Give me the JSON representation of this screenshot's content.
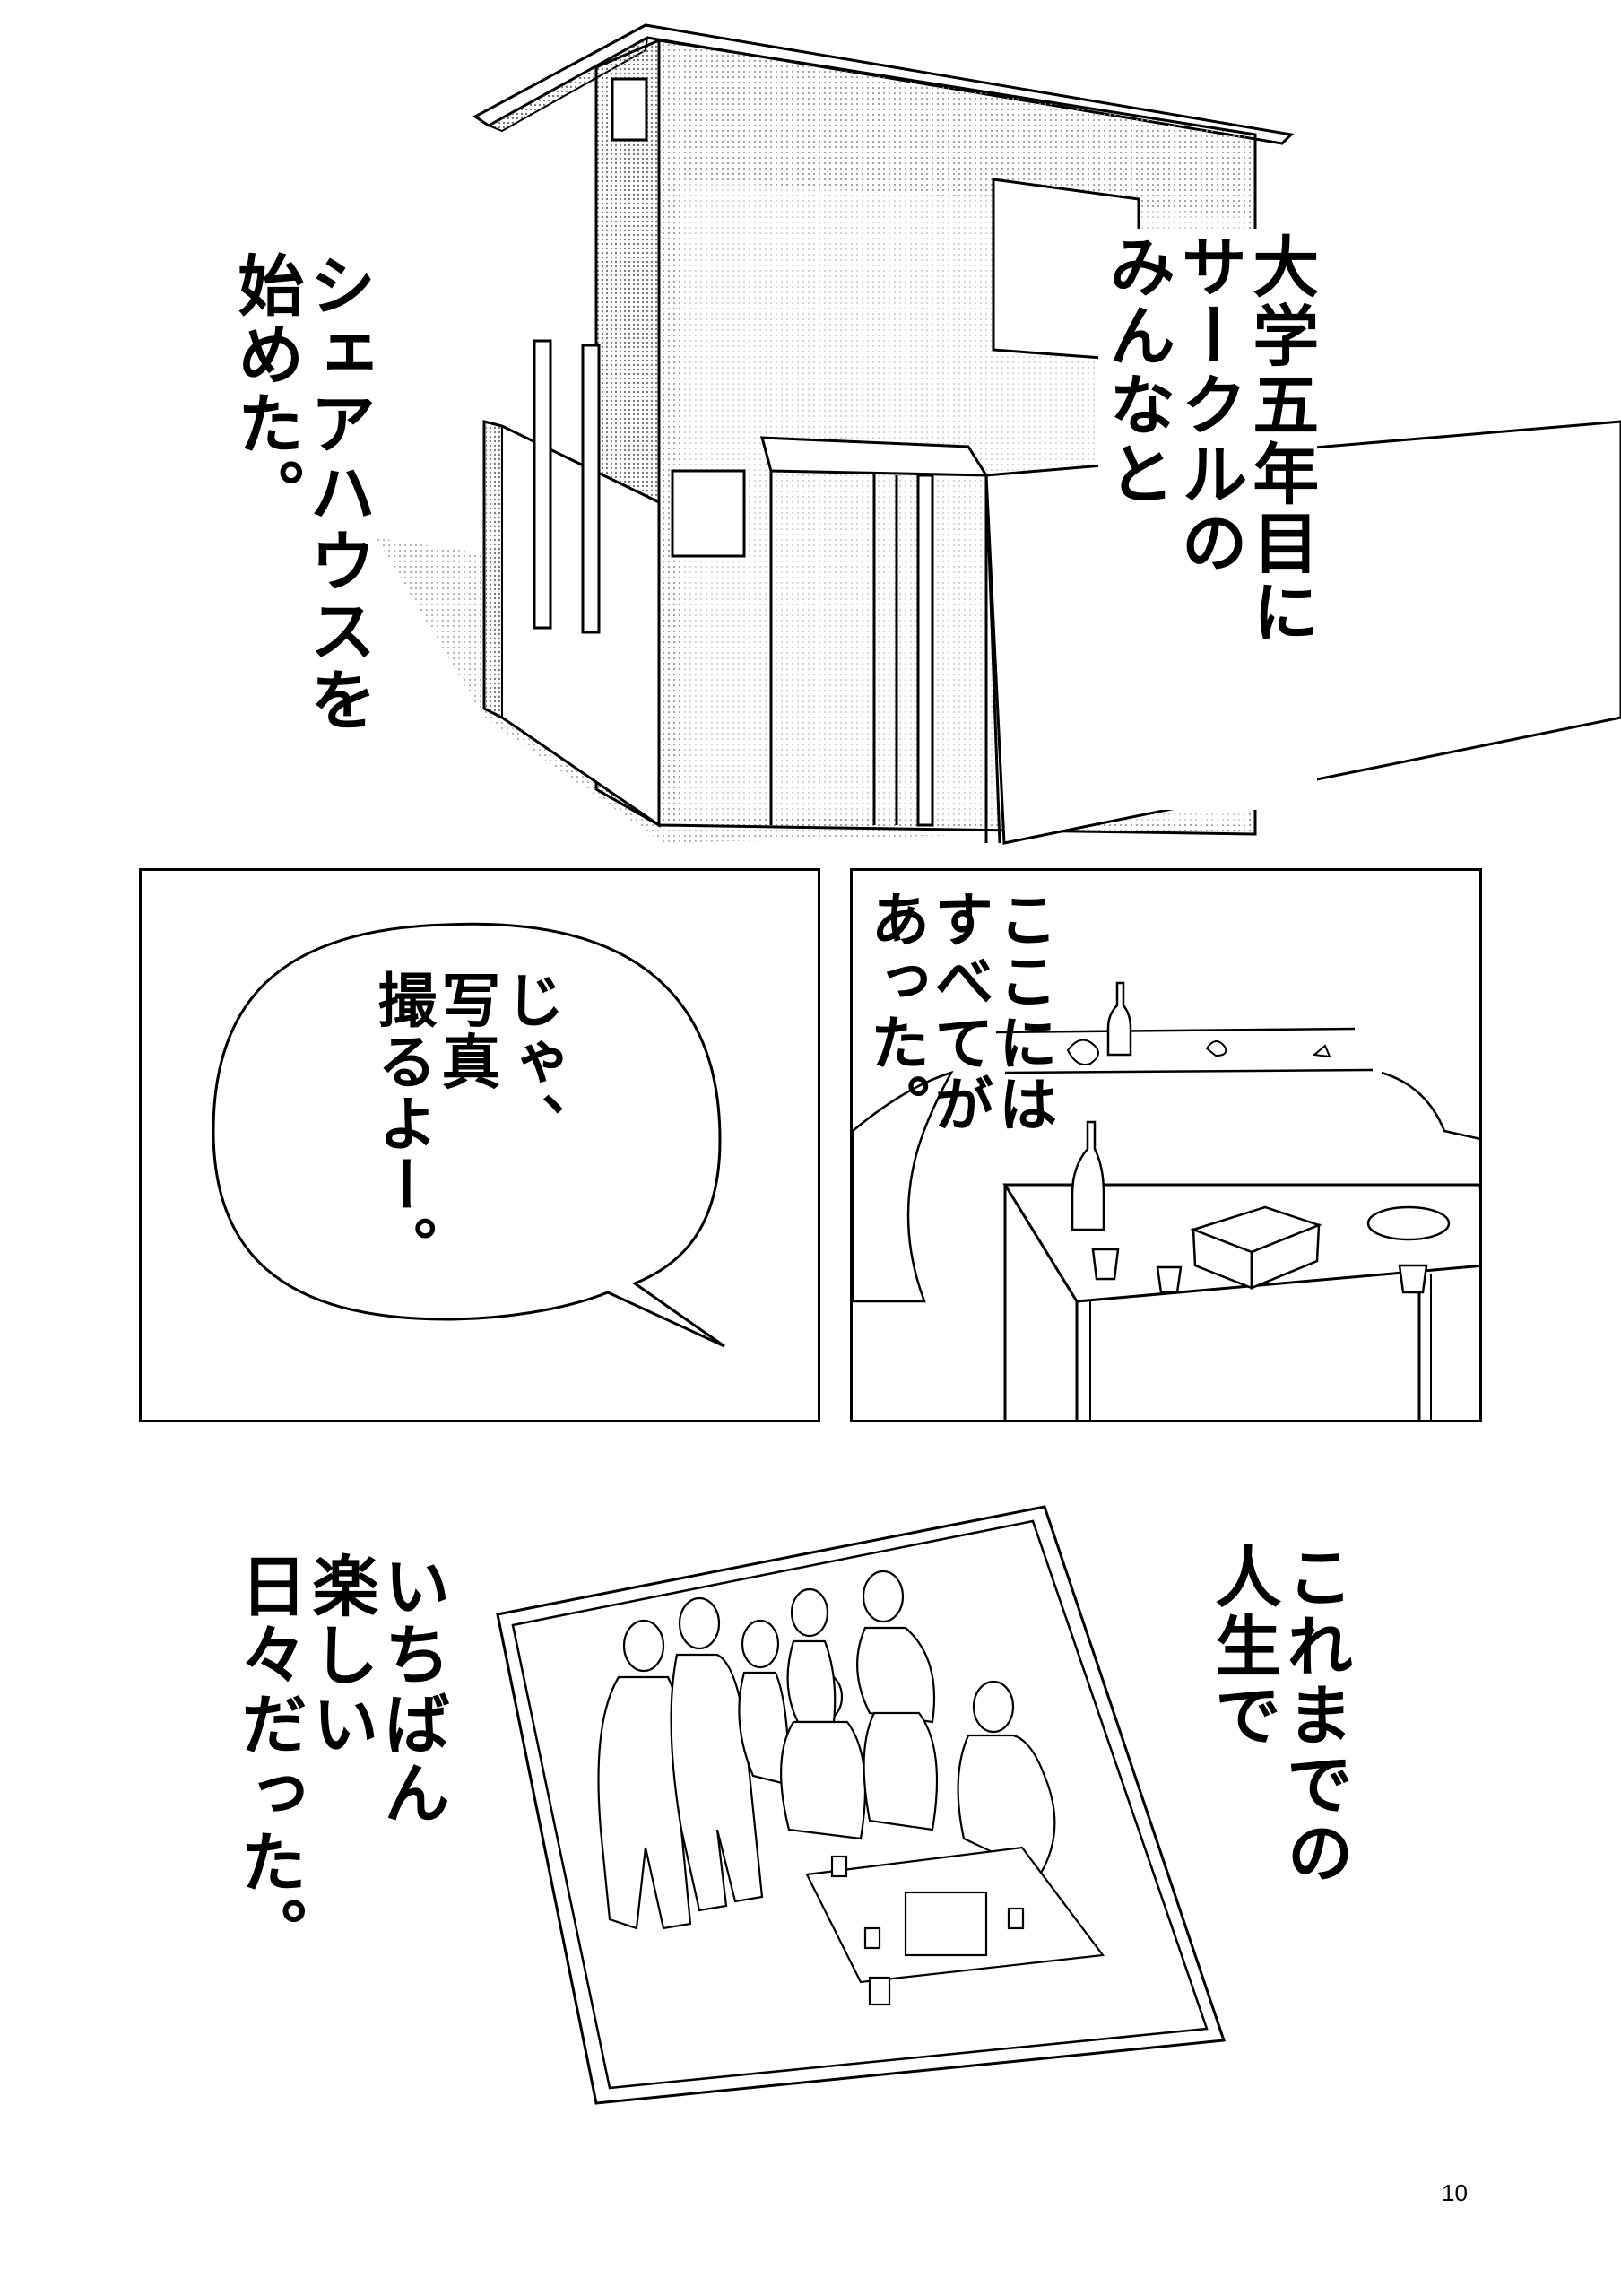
{
  "panel1": {
    "caption_right": "大学五年目に\nサークルの\nみんなと",
    "caption_left": "シェアハウスを\n始めた。"
  },
  "panel2": {
    "speech": "じゃ、\n写真\n撮るよー。"
  },
  "panel3": {
    "caption": "ここには\nすべてが\nあった。"
  },
  "panel4": {
    "caption_right": "これまでの\n人生で",
    "caption_left": "いちばん\n楽しい\n日々だった。"
  },
  "page_number": "10"
}
